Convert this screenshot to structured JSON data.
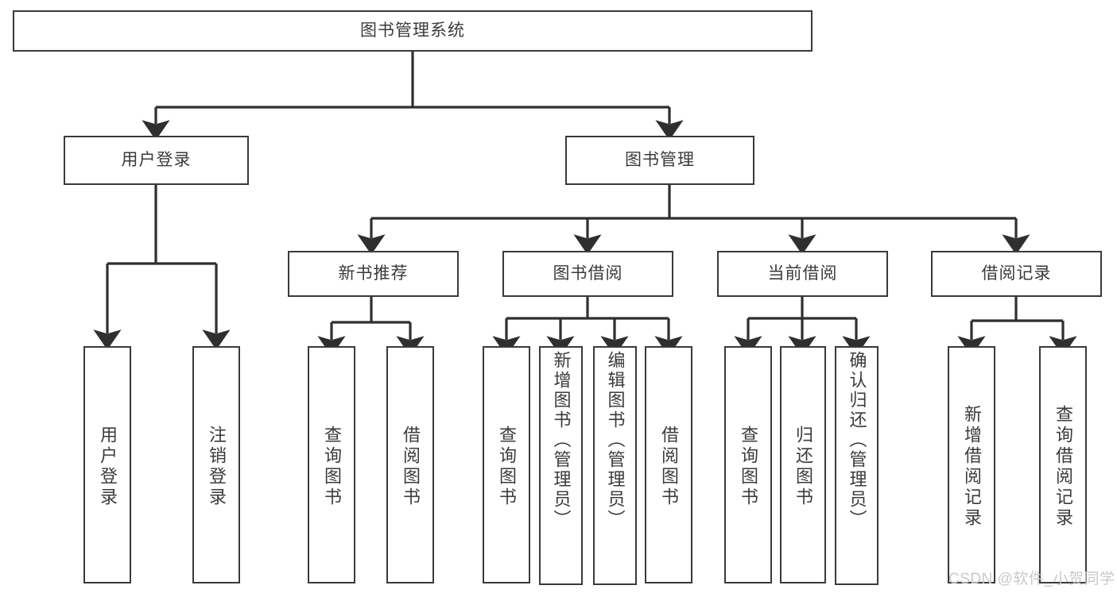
{
  "diagram": {
    "title": "图书管理系统",
    "type": "functional-structure-tree",
    "watermark": "CSDN @软件_小贺同学",
    "colors": {
      "box_border": "#3a3a3a",
      "box_fill": "#ffffff",
      "edge": "#2f2f2f",
      "text": "#3b3b3b",
      "watermark": "#c9c9c9",
      "background": "#ffffff"
    },
    "nodes": {
      "root": {
        "label": "图书管理系统"
      },
      "level2": [
        {
          "id": "user-login",
          "label": "用户登录"
        },
        {
          "id": "book-manage",
          "label": "图书管理"
        }
      ],
      "level3": [
        {
          "id": "new-book-recommend",
          "label": "新书推荐"
        },
        {
          "id": "book-borrow",
          "label": "图书借阅"
        },
        {
          "id": "current-borrow",
          "label": "当前借阅"
        },
        {
          "id": "borrow-record",
          "label": "借阅记录"
        }
      ],
      "leaves": {
        "user-login": [
          {
            "id": "leaf-user-login",
            "label": "用户登录"
          },
          {
            "id": "leaf-logout",
            "label": "注销登录"
          }
        ],
        "new-book-recommend": [
          {
            "id": "leaf-query-book-1",
            "label": "查询图书"
          },
          {
            "id": "leaf-borrow-book-1",
            "label": "借阅图书"
          }
        ],
        "book-borrow": [
          {
            "id": "leaf-query-book-2",
            "label": "查询图书"
          },
          {
            "id": "leaf-add-book",
            "label": "新增图书（管理员）"
          },
          {
            "id": "leaf-edit-book",
            "label": "编辑图书（管理员）"
          },
          {
            "id": "leaf-borrow-book-2",
            "label": "借阅图书"
          }
        ],
        "current-borrow": [
          {
            "id": "leaf-query-book-3",
            "label": "查询图书"
          },
          {
            "id": "leaf-return-book",
            "label": "归还图书"
          },
          {
            "id": "leaf-confirm-return",
            "label": "确认归还（管理员）"
          }
        ],
        "borrow-record": [
          {
            "id": "leaf-add-record",
            "label": "新增借阅记录"
          },
          {
            "id": "leaf-query-record",
            "label": "查询借阅记录"
          }
        ]
      }
    }
  }
}
